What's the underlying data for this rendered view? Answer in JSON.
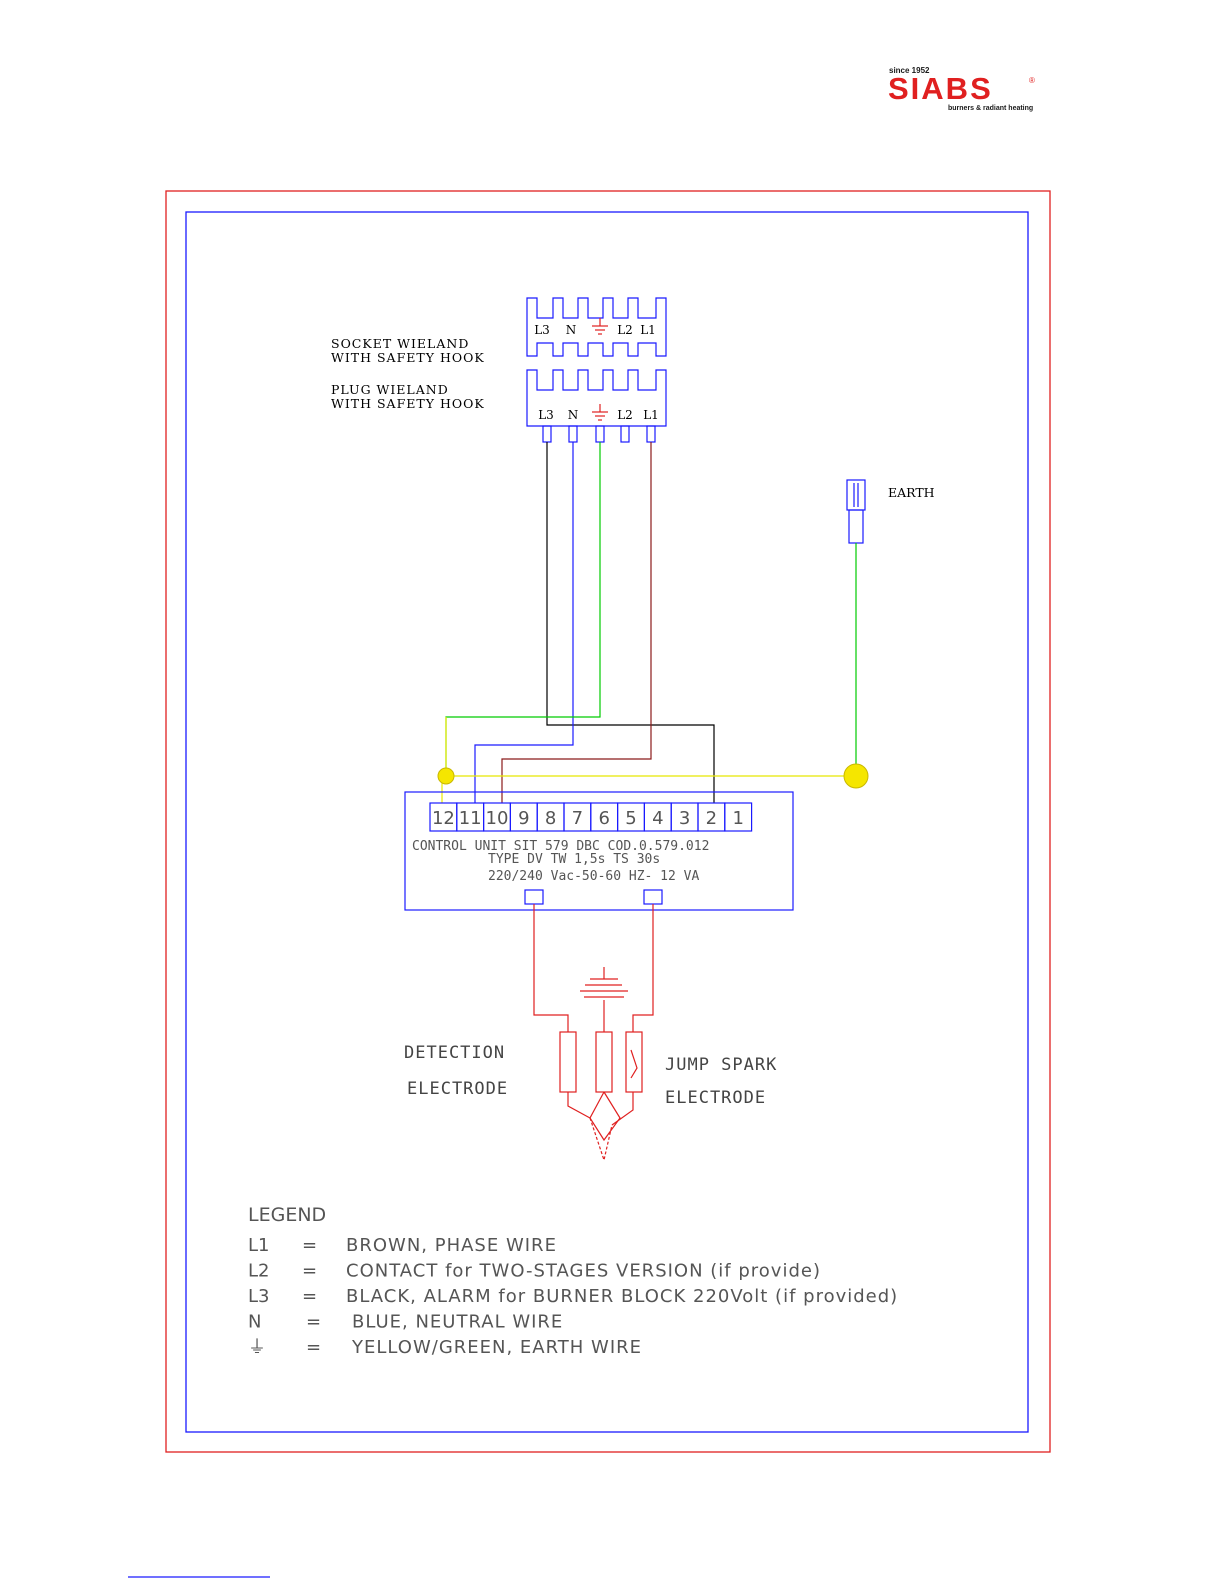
{
  "logo": {
    "since": "since 1952",
    "brand": "SIABS",
    "reg": "®",
    "tagline": "burners & radiant heating",
    "brand_color": "#e02020"
  },
  "socket": {
    "title_line1": "SOCKET   WIELAND",
    "title_line2": "WITH  SAFETY  HOOK",
    "pins": [
      "L3",
      "N",
      "⏚",
      "L2",
      "L1"
    ]
  },
  "plug": {
    "title_line1": "PLUG   WIELAND",
    "title_line2": "WITH  SAFETY  HOOK",
    "pins": [
      "L3",
      "N",
      "⏚",
      "L2",
      "L1"
    ]
  },
  "earth": {
    "label": "EARTH"
  },
  "control_unit": {
    "terminals": [
      "12",
      "11",
      "10",
      "9",
      "8",
      "7",
      "6",
      "5",
      "4",
      "3",
      "2",
      "1"
    ],
    "line1": "CONTROL  UNIT   SIT  579  DBC    COD.0.579.012",
    "line2": "TYPE  DV    TW  1,5s    TS  30s",
    "line3": "220/240  Vac-50-60  HZ-  12  VA"
  },
  "electrodes": {
    "detection_line1": "DETECTION",
    "detection_line2": "ELECTRODE",
    "spark_line1": "JUMP  SPARK",
    "spark_line2": "ELECTRODE"
  },
  "legend": {
    "title": "LEGEND",
    "rows": [
      {
        "key": "L1",
        "eq": "=",
        "text": "BROWN,  PHASE  WIRE"
      },
      {
        "key": "L2",
        "eq": "=",
        "text": "CONTACT  for  TWO-STAGES  VERSION  (if  provide)"
      },
      {
        "key": "L3",
        "eq": "=",
        "text": "BLACK,  ALARM  for  BURNER  BLOCK  220Volt  (if  provided)"
      },
      {
        "key": "N",
        "eq": "=",
        "text": "BLUE,  NEUTRAL  WIRE"
      },
      {
        "key": "⏚",
        "eq": "=",
        "text": "YELLOW/GREEN,  EARTH  WIRE"
      }
    ]
  },
  "colors": {
    "outer_frame": "#e02020",
    "inner_frame": "#1a1aff",
    "phase_wire": "#8b1a1a",
    "neutral_wire": "#1a1aff",
    "earth_wire": "#00cc00",
    "yellow_wire": "#e8e800",
    "black_wire": "#000000",
    "hv_wire": "#e02020"
  }
}
